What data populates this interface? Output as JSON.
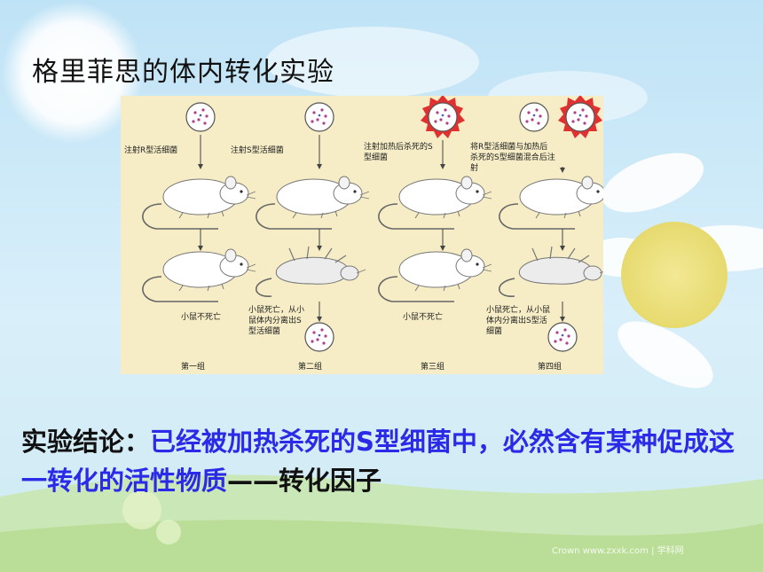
{
  "slide": {
    "title": "格里菲思的体内转化实验",
    "figure": {
      "groups": [
        {
          "caption_top": "注射R型活细菌",
          "caption_bottom": "小鼠不死亡",
          "label": "第一组"
        },
        {
          "caption_top": "注射S型活细菌",
          "caption_bottom": "小鼠死亡，从小鼠体内分离出S型活细菌",
          "label": "第二组"
        },
        {
          "caption_top": "注射加热后杀死的S型细菌",
          "caption_bottom": "小鼠不死亡",
          "label": "第三组"
        },
        {
          "caption_top": "将R型活细菌与加热后杀死的S型细菌混合后注射",
          "caption_bottom": "小鼠死亡，从小鼠体内分离出S型活细菌",
          "label": "第四组"
        }
      ]
    },
    "conclusion": {
      "prefix": "实验结论：",
      "body": "已经被加热杀死的S型细菌中，必然含有某种促成这一转化的活性物质",
      "dash": "——",
      "suffix": "转化因子"
    },
    "watermark": "Crown www.zxxk.com | 学科网",
    "colors": {
      "title": "#111111",
      "highlight": "#2a2ae8",
      "panel": "#f6edc6",
      "starburst": "#e03030"
    }
  }
}
